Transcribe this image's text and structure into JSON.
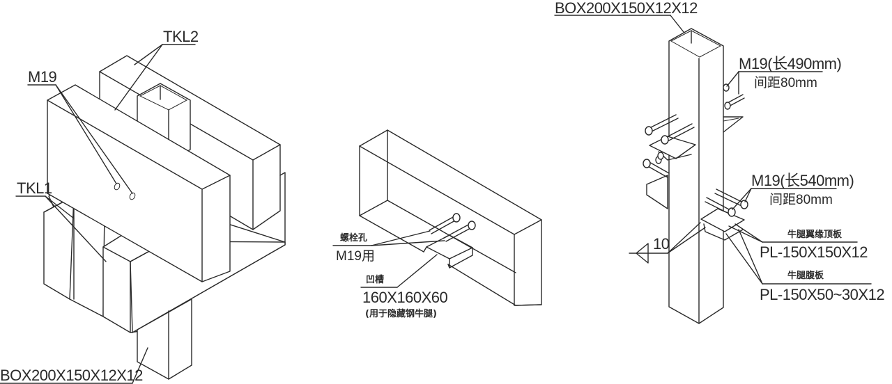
{
  "figure": {
    "left_view": {
      "label_tkl2": "TKL2",
      "label_m19": "M19",
      "label_tkl1": "TKL1",
      "label_box": "BOX200X150X12X12"
    },
    "middle_view": {
      "bolt_hole_cn": "螺栓孔",
      "bolt_hole_spec": "M19用",
      "groove_cn": "凹槽",
      "groove_size": "160X160X60",
      "groove_note": "(用于隐藏钢牛腿)"
    },
    "right_view": {
      "label_box": "BOX200X150X12X12",
      "bolt_upper_spec": "M19(长490mm)",
      "bolt_upper_spacing": "间距80mm",
      "bolt_lower_spec": "M19(长540mm)",
      "bolt_lower_spacing": "间距80mm",
      "weld_size": "10",
      "flange_plate_cn": "牛腿翼缘顶板",
      "flange_plate_spec": "PL-150X150X12",
      "web_plate_cn": "牛腿腹板",
      "web_plate_spec": "PL-150X50~30X12"
    }
  }
}
